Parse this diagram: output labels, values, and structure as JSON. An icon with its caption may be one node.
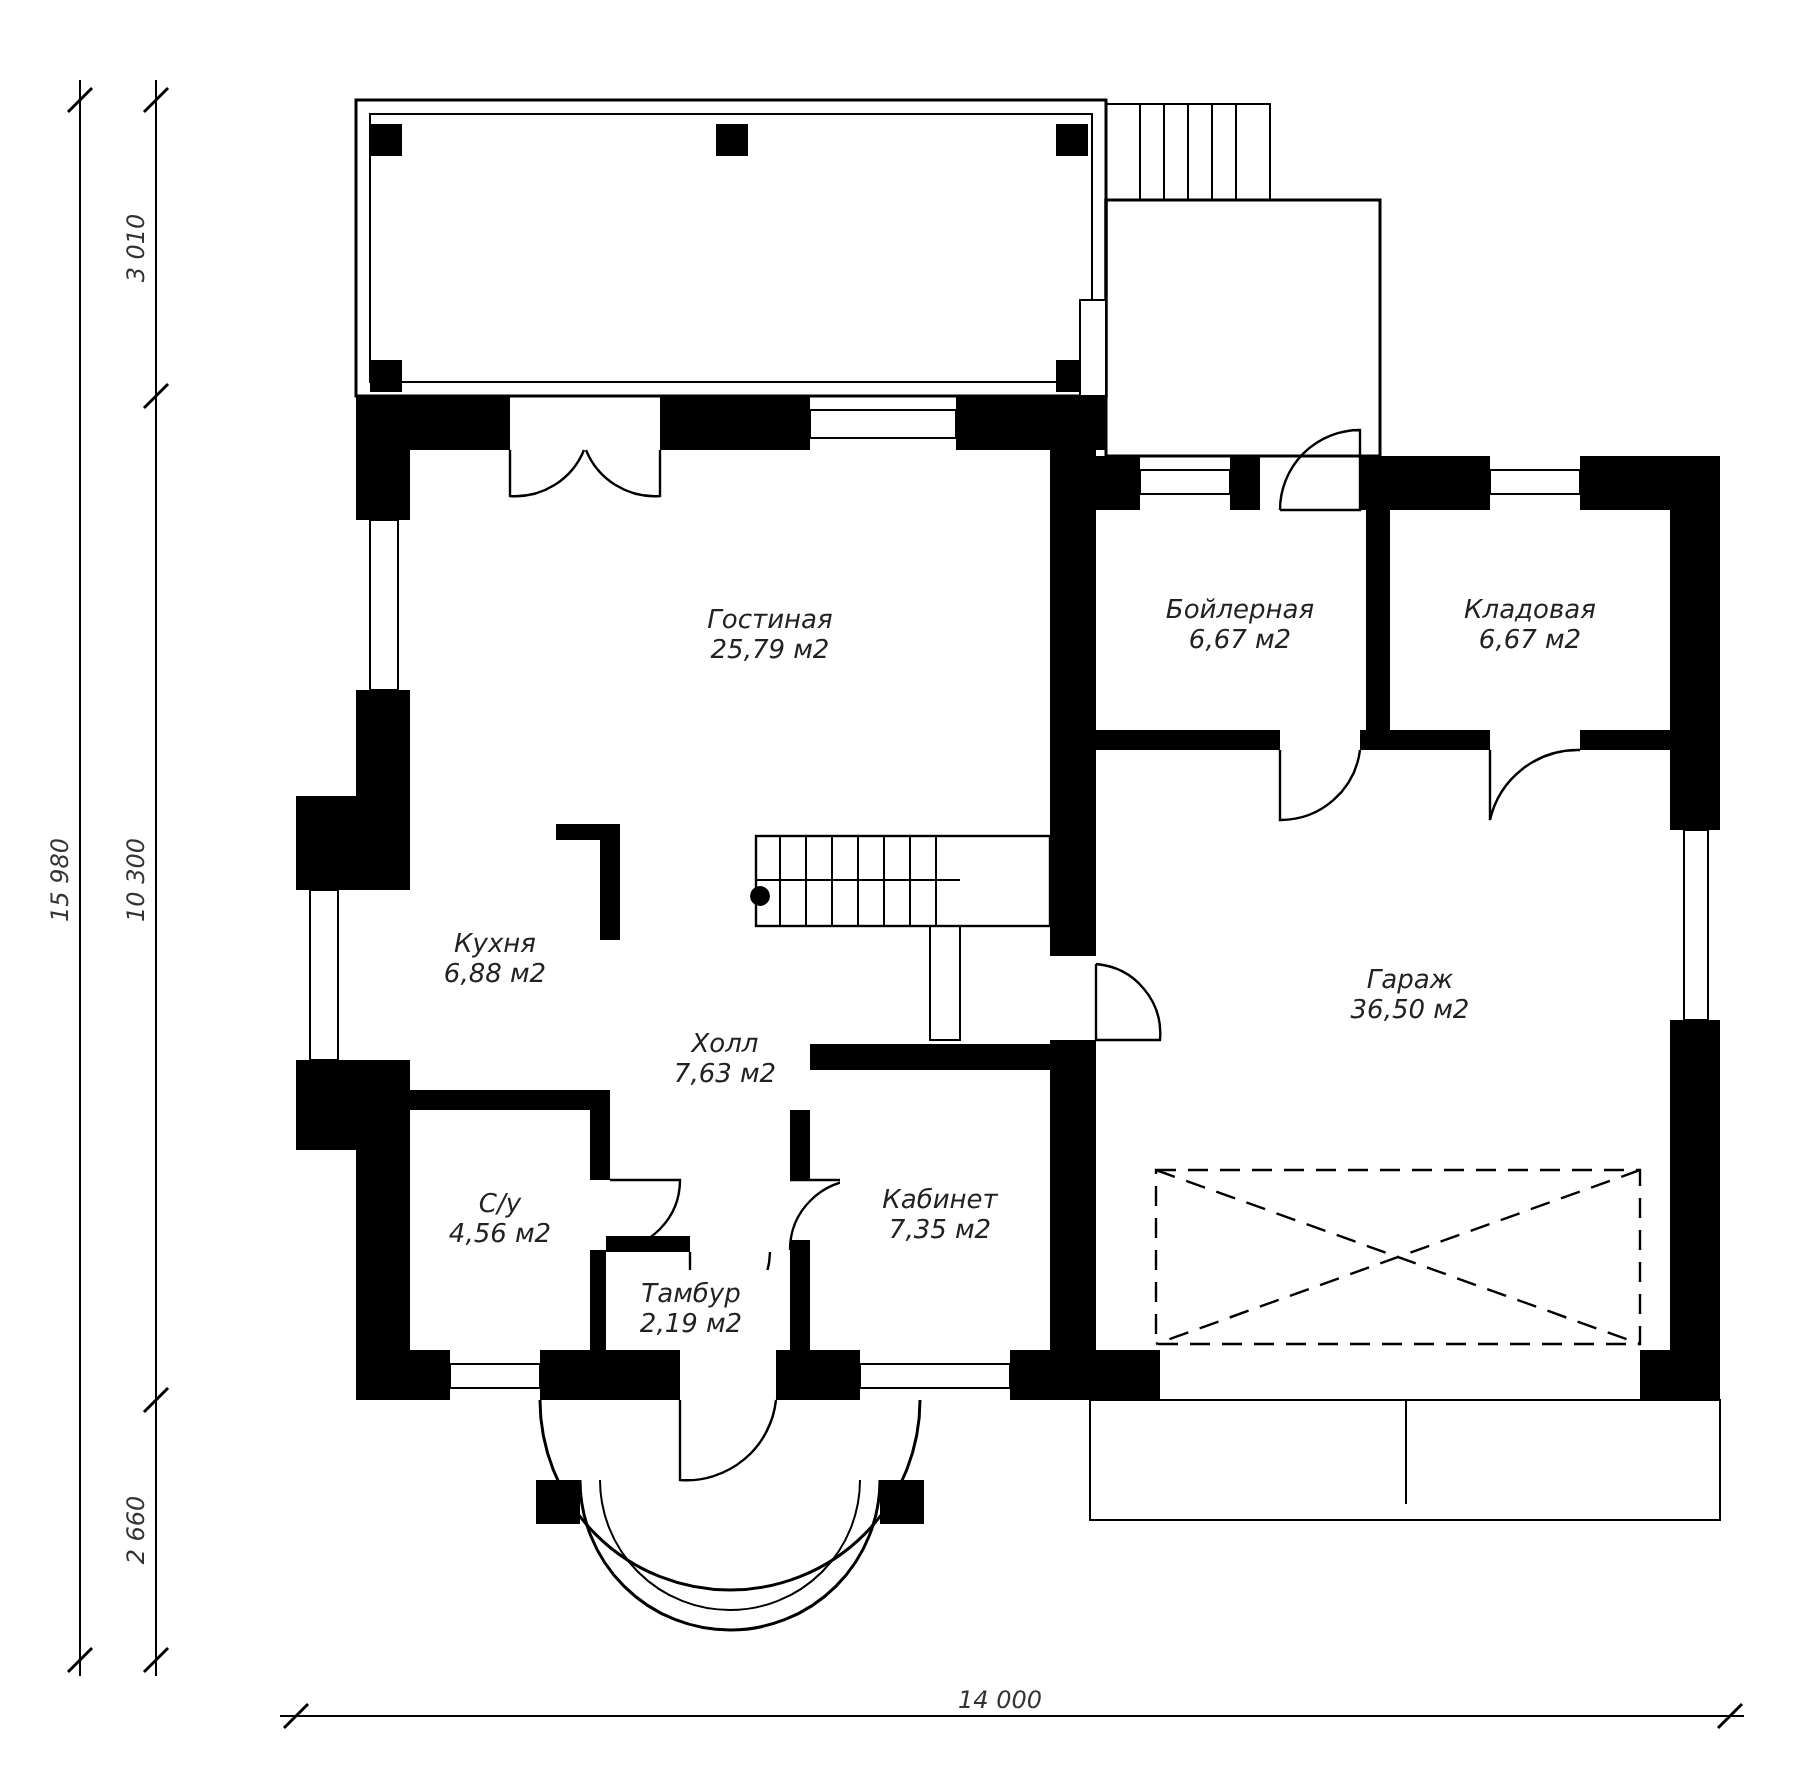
{
  "diagram": {
    "nodes": [
      {
        "text": [
          "Гостиная",
          "25,79 м2"
        ]
      },
      {
        "text": [
          "Бойлерная",
          "6,67 м2"
        ]
      },
      {
        "text": [
          "Кладовая",
          "6,67 м2"
        ]
      },
      {
        "text": [
          "Кухня",
          "6,88 м2"
        ]
      },
      {
        "text": [
          "Холл",
          "7,63 м2"
        ]
      },
      {
        "text": [
          "Гараж",
          "36,50 м2"
        ]
      },
      {
        "text": [
          "С/у",
          "4,56 м2"
        ]
      },
      {
        "text": [
          "Кабинет",
          "7,35 м2"
        ]
      },
      {
        "text": [
          "Тамбур",
          "2,19 м2"
        ]
      }
    ],
    "edges": [],
    "labels": [
      "3 010",
      "15 980",
      "10 300",
      "2 660",
      "14 000"
    ]
  }
}
